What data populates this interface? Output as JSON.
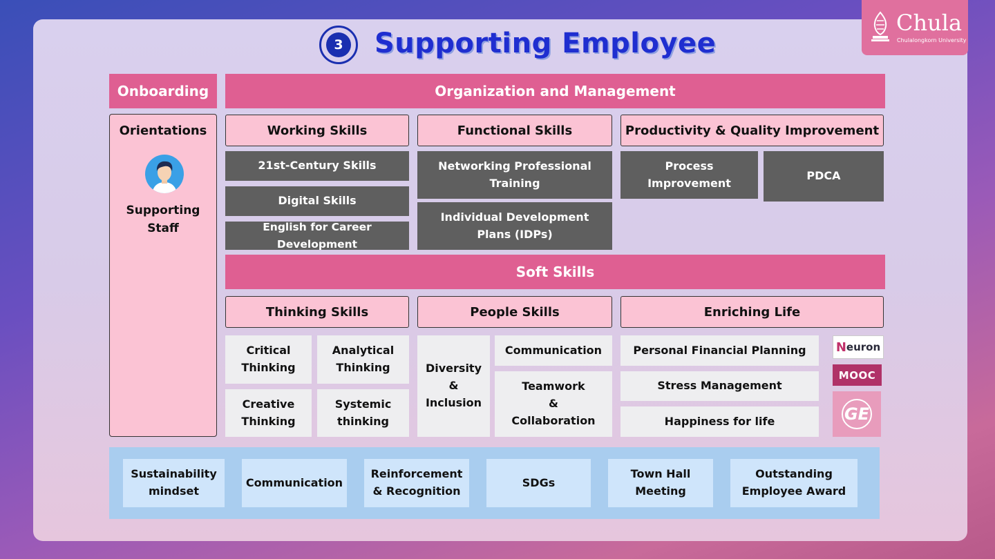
{
  "header": {
    "number": "3",
    "title": "Supporting Employee"
  },
  "logo": {
    "name": "Chula",
    "subtitle": "Chulalongkorn University"
  },
  "onboarding": {
    "heading": "Onboarding",
    "orientations": "Orientations",
    "staff_line1": "Supporting",
    "staff_line2": "Staff"
  },
  "org": {
    "heading": "Organization and Management",
    "working": {
      "heading": "Working Skills",
      "items": [
        "21st-Century Skills",
        "Digital Skills",
        "English for Career Development"
      ]
    },
    "functional": {
      "heading": "Functional Skills",
      "item1_l1": "Networking Professional",
      "item1_l2": "Training",
      "item2_l1": "Individual Development",
      "item2_l2": "Plans (IDPs)"
    },
    "productivity": {
      "heading": "Productivity & Quality Improvement",
      "process_l1": "Process",
      "process_l2": "Improvement",
      "pdca": "PDCA"
    }
  },
  "soft": {
    "heading": "Soft Skills",
    "thinking": {
      "heading": "Thinking Skills",
      "critical_l1": "Critical",
      "critical_l2": "Thinking",
      "analytical_l1": "Analytical",
      "analytical_l2": "Thinking",
      "creative_l1": "Creative",
      "creative_l2": "Thinking",
      "systemic_l1": "Systemic",
      "systemic_l2": "thinking"
    },
    "people": {
      "heading": "People Skills",
      "diversity_l1": "Diversity",
      "diversity_l2": "&",
      "diversity_l3": "Inclusion",
      "communication": "Communication",
      "teamwork_l1": "Teamwork",
      "teamwork_l2": "&",
      "teamwork_l3": "Collaboration"
    },
    "enriching": {
      "heading": "Enriching Life",
      "items": [
        "Personal Financial Planning",
        "Stress Management",
        "Happiness for life"
      ]
    },
    "partner_logos": {
      "neuron": "euron",
      "neuron_mark": "N",
      "mooc": "MOOC",
      "ge": "GE"
    }
  },
  "bottom": {
    "items": [
      {
        "l1": "Sustainability",
        "l2": "mindset"
      },
      {
        "l1": "Communication",
        "l2": ""
      },
      {
        "l1": "Reinforcement",
        "l2": "& Recognition"
      },
      {
        "l1": "SDGs",
        "l2": ""
      },
      {
        "l1": "Town Hall",
        "l2": "Meeting"
      },
      {
        "l1": "Outstanding",
        "l2": "Employee Award"
      }
    ]
  }
}
